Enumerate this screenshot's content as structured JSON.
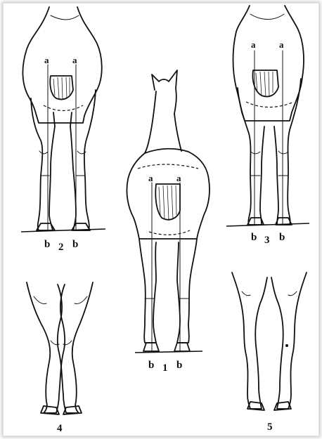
{
  "figures": [
    {
      "number": "1",
      "line_top": "a",
      "line_bottom": "b"
    },
    {
      "number": "2",
      "line_top": "a",
      "line_bottom": "b"
    },
    {
      "number": "3",
      "line_top": "a",
      "line_bottom": "b"
    },
    {
      "number": "4"
    },
    {
      "number": "5"
    }
  ]
}
